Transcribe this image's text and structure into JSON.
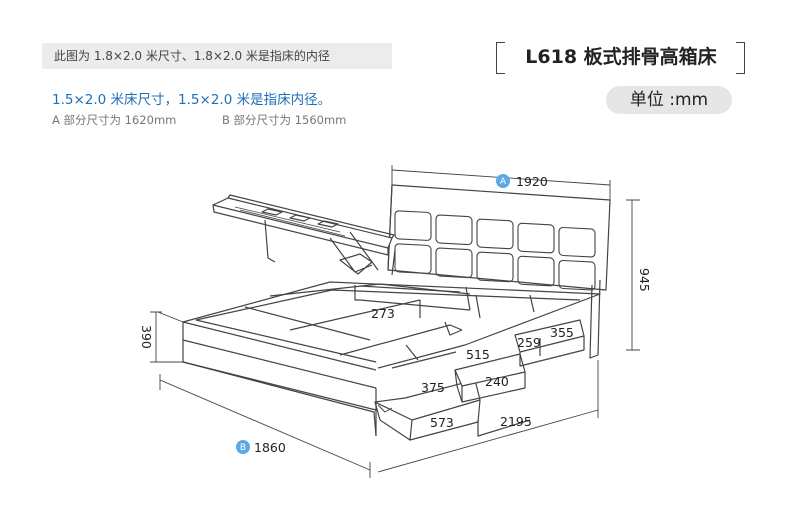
{
  "header": {
    "note": "此图为 1.8×2.0 米尺寸、1.8×2.0 米是指床的内径",
    "blue_note": "1.5×2.0 米床尺寸，1.5×2.0 米是指床内径。",
    "part_a": "A 部分尺寸为 1620mm",
    "part_b": "B 部分尺寸为 1560mm"
  },
  "title": "L618 板式排骨高箱床",
  "unit": "单位 :mm",
  "dimensions": {
    "a_marker": "A",
    "a_width": "1920",
    "b_marker": "B",
    "b_width": "1860",
    "height_total": "945",
    "box_height": "390",
    "length": "2195",
    "compartment": "273",
    "drawer1_width": "573",
    "drawer1_depth": "375",
    "drawer2_width": "515",
    "drawer2_height": "240",
    "drawer3_width": "259",
    "drawer3_depth": "355"
  },
  "colors": {
    "line": "#444444",
    "marker": "#5aa9e6"
  }
}
